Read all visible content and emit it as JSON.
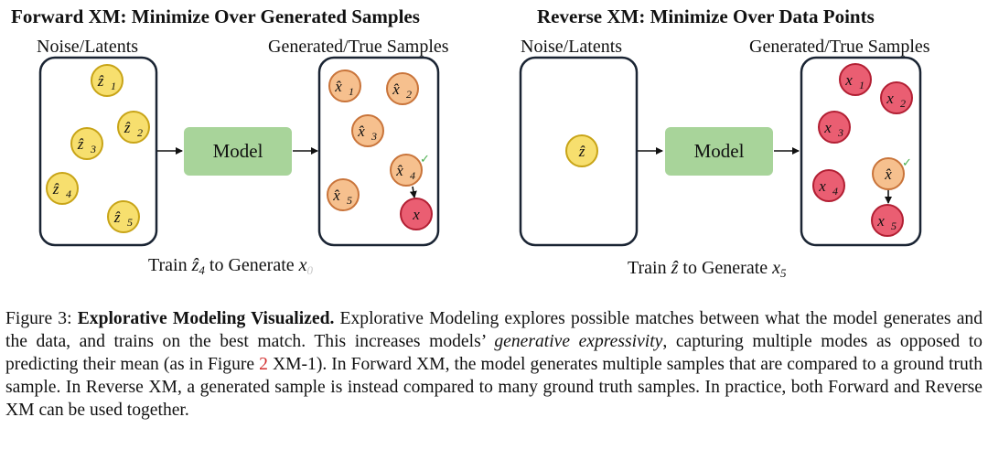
{
  "colors": {
    "latent_fill": "#f7df6e",
    "latent_stroke": "#c8a417",
    "generated_fill": "#f6c08e",
    "generated_stroke": "#c9743a",
    "true_fill": "#ea5e72",
    "true_stroke": "#b21f33",
    "model_fill": "#a8d49a",
    "check": "#4caf50",
    "reference": "#d32f2f"
  },
  "panels": {
    "forward": {
      "title": "Forward XM: Minimize Over Generated Samples",
      "left_label": "Noise/Latents",
      "right_label": "Generated/True Samples",
      "model_label": "Model",
      "check_mark": "✓",
      "latents": [
        {
          "base": "ẑ",
          "sub": "1"
        },
        {
          "base": "ẑ",
          "sub": "2"
        },
        {
          "base": "ẑ",
          "sub": "3"
        },
        {
          "base": "ẑ",
          "sub": "4"
        },
        {
          "base": "ẑ",
          "sub": "5"
        }
      ],
      "samples": [
        {
          "base": "x̂",
          "sub": "1"
        },
        {
          "base": "x̂",
          "sub": "2"
        },
        {
          "base": "x̂",
          "sub": "3"
        },
        {
          "base": "x̂",
          "sub": "4"
        },
        {
          "base": "x̂",
          "sub": "5"
        }
      ],
      "target": {
        "base": "x",
        "sub": ""
      },
      "caption_prefix": "Train ",
      "caption_var": "ẑ",
      "caption_var_sub": "4",
      "caption_mid": " to Generate ",
      "caption_target": "x",
      "caption_target_sub": "0"
    },
    "reverse": {
      "title": "Reverse XM: Minimize Over Data Points",
      "left_label": "Noise/Latents",
      "right_label": "Generated/True Samples",
      "model_label": "Model",
      "check_mark": "✓",
      "latent": {
        "base": "ẑ",
        "sub": ""
      },
      "targets": [
        {
          "base": "x",
          "sub": "1"
        },
        {
          "base": "x",
          "sub": "2"
        },
        {
          "base": "x",
          "sub": "3"
        },
        {
          "base": "x",
          "sub": "4"
        },
        {
          "base": "x",
          "sub": "5"
        }
      ],
      "generated": {
        "base": "x̂",
        "sub": ""
      },
      "caption_prefix": "Train ",
      "caption_var": "ẑ",
      "caption_mid": " to Generate ",
      "caption_target": "x",
      "caption_target_sub": "5"
    }
  },
  "figure_caption": {
    "label": "Figure 3: ",
    "bold": "Explorative Modeling Visualized.",
    "text1": " Explorative Modeling explores possible matches between what the model generates and the data, and trains on the best match. This increases models’ ",
    "italic": "generative expressivity",
    "text2": ", capturing multiple modes as opposed to predicting their mean (as in Figure ",
    "ref": "2",
    "text3": " XM-1). In Forward XM, the model generates multiple samples that are compared to a ground truth sample. In Reverse XM, a generated sample is instead compared to many ground truth samples. In practice, both Forward and Reverse XM can be used together."
  }
}
